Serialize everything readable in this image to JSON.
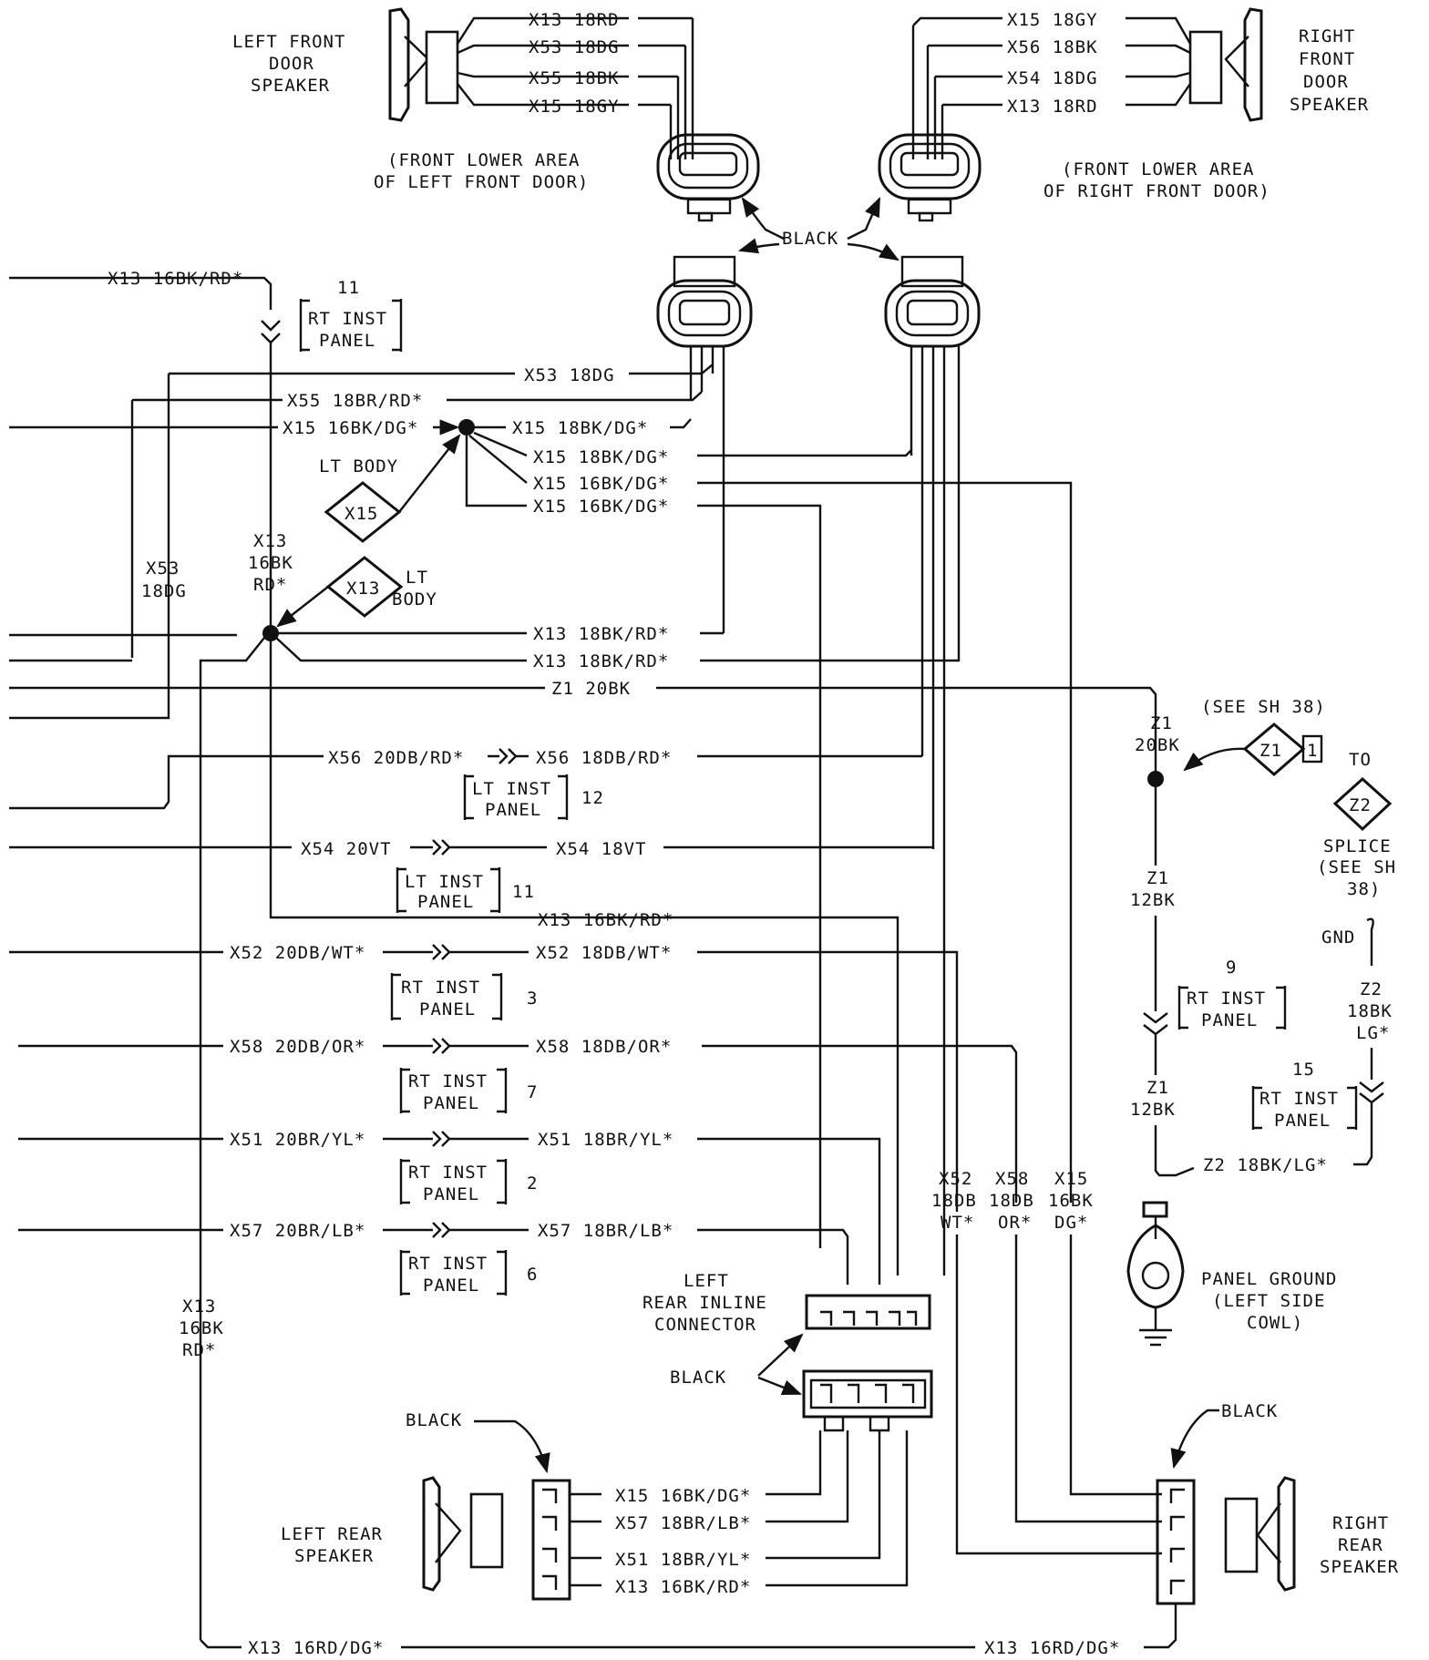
{
  "labels": {
    "lf_door_1": "LEFT FRONT",
    "lf_door_2": "DOOR",
    "lf_door_3": "SPEAKER",
    "lf_loc_1": "(FRONT LOWER AREA",
    "lf_loc_2": "OF LEFT FRONT DOOR)",
    "rf_door_1": "RIGHT",
    "rf_door_2": "FRONT",
    "rf_door_3": "DOOR",
    "rf_door_4": "SPEAKER",
    "rf_loc_1": "(FRONT LOWER AREA",
    "rf_loc_2": "OF RIGHT FRONT DOOR)",
    "black_top": "BLACK",
    "black_mid": "BLACK",
    "black_left": "BLACK",
    "black_right": "BLACK",
    "lt_body_a": "LT BODY",
    "lt_body_b1": "LT",
    "lt_body_b2": "BODY",
    "see_sh38": "(SEE SH 38)",
    "to": "TO",
    "splice_1": "SPLICE",
    "splice_2": "(SEE SH",
    "splice_3": "38)",
    "gnd": "GND",
    "panel_ground_1": "PANEL GROUND",
    "panel_ground_2": "(LEFT SIDE",
    "panel_ground_3": "COWL)",
    "lr_inline_1": "LEFT",
    "lr_inline_2": "REAR INLINE",
    "lr_inline_3": "CONNECTOR",
    "lr_speaker_1": "LEFT REAR",
    "lr_speaker_2": "SPEAKER",
    "rr_speaker_1": "RIGHT",
    "rr_speaker_2": "REAR",
    "rr_speaker_3": "SPEAKER"
  },
  "diamonds": {
    "x15": "X15",
    "x13": "X13",
    "z1": "Z1",
    "z1_tab": "1",
    "z2": "Z2"
  },
  "wires": {
    "lf_1": "X13 18RD",
    "lf_2": "X53 18DG",
    "lf_3": "X55 18BK",
    "lf_4": "X15 18GY",
    "rf_1": "X15 18GY",
    "rf_2": "X56 18BK",
    "rf_3": "X54 18DG",
    "rf_4": "X13 18RD",
    "x13_16bkrd_top": "X13 16BK/RD*",
    "x53_18dg": "X53 18DG",
    "x55_18brrd": "X55 18BR/RD*",
    "x15_16bkdg_left": "X15 16BK/DG*",
    "x15_18bkdg_a": "X15 18BK/DG*",
    "x15_18bkdg_b": "X15 18BK/DG*",
    "x15_16bkdg_a": "X15 16BK/DG*",
    "x15_16bkdg_b": "X15 16BK/DG*",
    "v_x53_1": "X53",
    "v_x53_2": "18DG",
    "v_x13_1": "X13",
    "v_x13_2": "16BK",
    "v_x13_3": "RD*",
    "x13_18bkrd_a": "X13 18BK/RD*",
    "x13_18bkrd_b": "X13 18BK/RD*",
    "z1_20bk": "Z1 20BK",
    "x56_20": "X56 20DB/RD*",
    "x56_18": "X56 18DB/RD*",
    "x54_20": "X54 20VT",
    "x54_18": "X54 18VT",
    "x13_16bkrd_mid": "X13 16BK/RD*",
    "x52_20": "X52 20DB/WT*",
    "x52_18": "X52 18DB/WT*",
    "x58_20": "X58 20DB/OR*",
    "x58_18": "X58 18DB/OR*",
    "x51_20": "X51 20BR/YL*",
    "x51_18": "X51 18BR/YL*",
    "x57_20": "X57 20BR/LB*",
    "x57_18": "X57 18BR/LB*",
    "v_x13b_1": "X13",
    "v_x13b_2": "16BK",
    "v_x13b_3": "RD*",
    "v_x52_1": "X52",
    "v_x52_2": "18DB",
    "v_x52_3": "WT*",
    "v_x58_1": "X58",
    "v_x58_2": "18DB",
    "v_x58_3": "OR*",
    "v_x15_1": "X15",
    "v_x15_2": "16BK",
    "v_x15_3": "DG*",
    "z1_v_1": "Z1",
    "z1_v_2": "20BK",
    "z1_12_a1": "Z1",
    "z1_12_a2": "12BK",
    "z1_12_b1": "Z1",
    "z1_12_b2": "12BK",
    "z2_v_1": "Z2",
    "z2_v_2": "18BK",
    "z2_v_3": "LG*",
    "z2_18bklg": "Z2 18BK/LG*",
    "lr_x15": "X15 16BK/DG*",
    "lr_x57": "X57 18BR/LB*",
    "lr_x51": "X51 18BR/YL*",
    "lr_x13": "X13 16BK/RD*",
    "x13_16rddg_l": "X13 16RD/DG*",
    "x13_16rddg_r": "X13 16RD/DG*"
  },
  "panels": {
    "p11a_title": "RT INST",
    "p11a_sub": "PANEL",
    "p11a_num": "11",
    "p12_title": "LT INST",
    "p12_sub": "PANEL",
    "p12_num": "12",
    "p11b_title": "LT INST",
    "p11b_sub": "PANEL",
    "p11b_num": "11",
    "p3_title": "RT INST",
    "p3_sub": "PANEL",
    "p3_num": "3",
    "p7_title": "RT INST",
    "p7_sub": "PANEL",
    "p7_num": "7",
    "p2_title": "RT INST",
    "p2_sub": "PANEL",
    "p2_num": "2",
    "p6_title": "RT INST",
    "p6_sub": "PANEL",
    "p6_num": "6",
    "p9_title": "RT INST",
    "p9_sub": "PANEL",
    "p9_num": "9",
    "p15_title": "RT INST",
    "p15_sub": "PANEL",
    "p15_num": "15"
  }
}
